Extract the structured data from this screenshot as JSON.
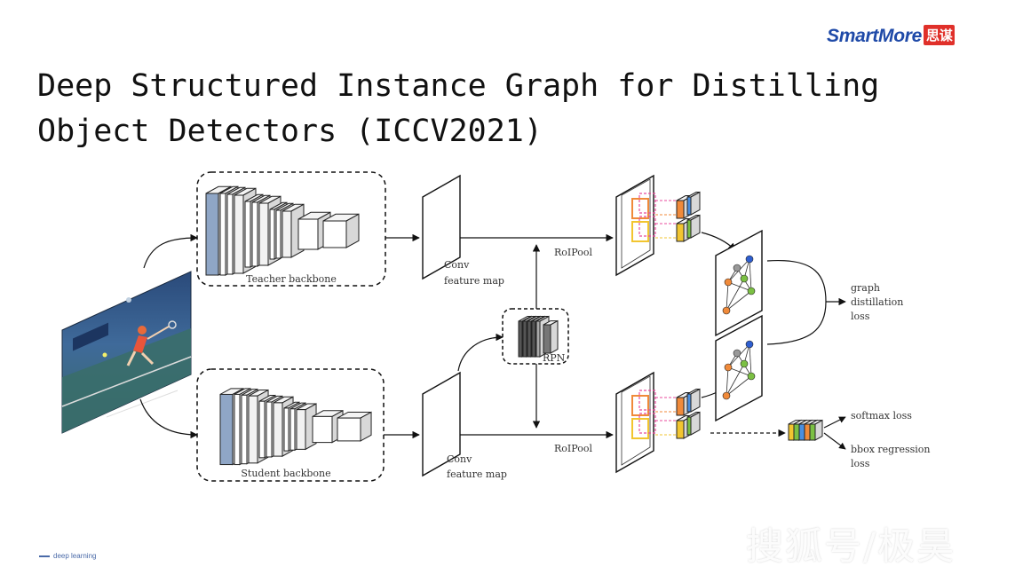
{
  "header": {
    "logo_text": "SmartMore",
    "logo_cn": "思谋",
    "brand_color": "#1f4aa8",
    "title_line1": "Deep Structured Instance Graph for Distilling",
    "title_line2": "Object Detectors (ICCV2021)"
  },
  "diagram": {
    "teacher_backbone": "Teacher backbone",
    "student_backbone": "Student backbone",
    "conv_feature_map": [
      "Conv",
      "feature map"
    ],
    "roipool": "RoIPool",
    "rpn": "RPN",
    "graph_distillation_loss": [
      "graph",
      "distillation",
      "loss"
    ],
    "softmax_loss": "softmax loss",
    "bbox_regression_loss": [
      "bbox regression",
      "loss"
    ],
    "roi_colors": [
      "#f08a3a",
      "#4a8fe0",
      "#7bc043",
      "#e84b9c",
      "#f2c530"
    ],
    "node_colors": [
      "#2f5fd0",
      "#f08a3a",
      "#7bc043"
    ]
  },
  "footer": {
    "text": "deep learning"
  },
  "watermark": "搜狐号/极昊"
}
